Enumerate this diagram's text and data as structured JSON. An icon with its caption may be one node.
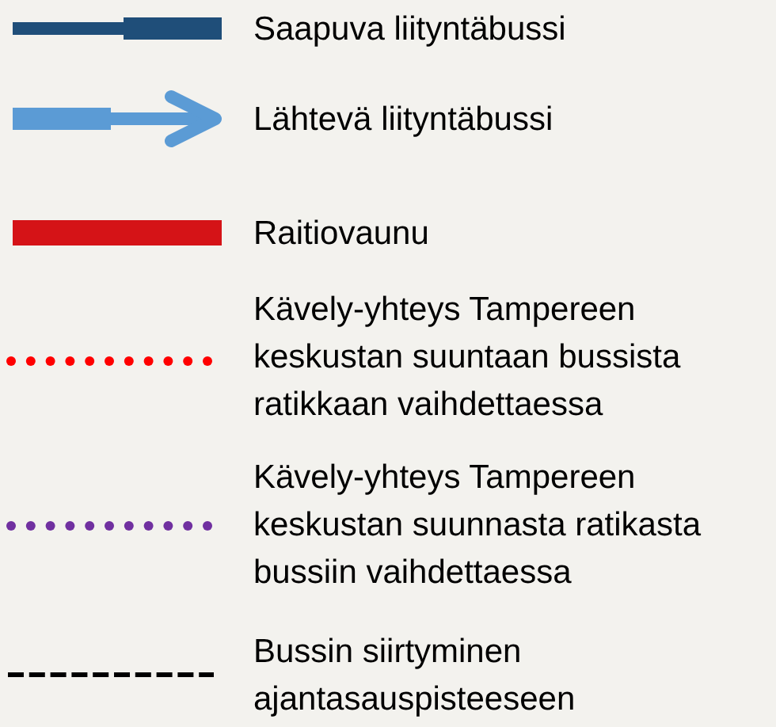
{
  "diagram": {
    "legend": [
      {
        "text": "Saapuva liityntäbussi"
      },
      {
        "text": "Lähtevä liityntäbussi"
      },
      {
        "text": "Raitiovaunu"
      },
      {
        "text": "Kävely-yhteys Tampereen keskustan suuntaan bussista ratikkaan vaihdettaessa"
      },
      {
        "text": "Kävely-yhteys Tampereen keskustan suunnasta ratikasta bussiin vaihdettaessa"
      },
      {
        "text": "Bussin siirtyminen ajantasauspisteeseen"
      }
    ]
  }
}
